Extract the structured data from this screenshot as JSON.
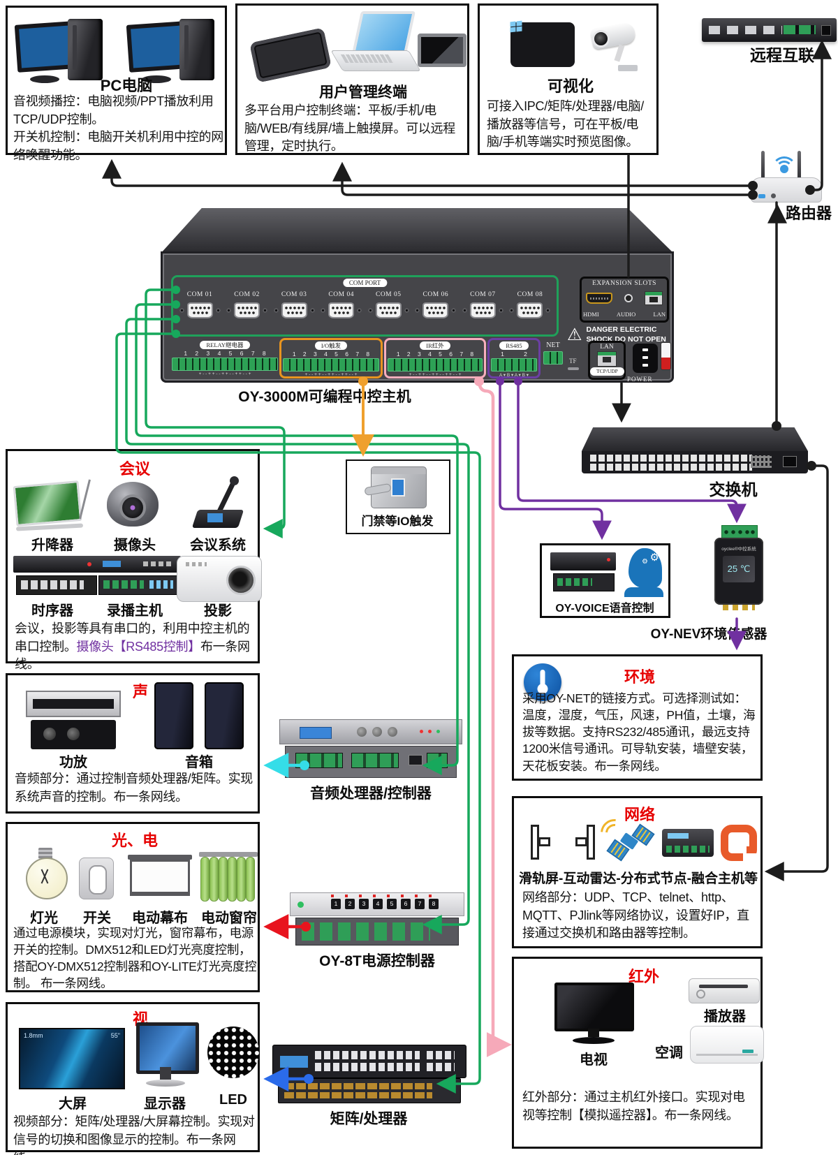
{
  "top": {
    "pc": {
      "title": "PC电脑",
      "p1": "音视频播控：电脑视频/PPT播放利用TCP/UDP控制。",
      "p2": "开关机控制：电脑开关机利用中控的网络唤醒功能。"
    },
    "terminal": {
      "title": "用户管理终端",
      "desc": "多平台用户控制终端：平板/手机/电脑/WEB/有线屏/墙上触摸屏。可以远程管理，定时执行。"
    },
    "visual": {
      "title": "可视化",
      "desc": "可接入IPC/矩阵/处理器/电脑/播放器等信号，可在平板/电脑/手机等端实时预览图像。"
    },
    "remote_label": "远程互联",
    "router_label": "路由器"
  },
  "host": {
    "caption": "OY-3000M可编程中控主机",
    "com_section_label": "COM PORT",
    "com_ports": [
      "COM 01",
      "COM 02",
      "COM 03",
      "COM 04",
      "COM 05",
      "COM 06",
      "COM 07",
      "COM 08"
    ],
    "relay_label": "RELAY继电器",
    "io_label": "I/O触发",
    "ir_label": "IR红外",
    "rs485_label": "RS485",
    "net_label": "NET",
    "strip_numbers": "1 2 3 4 5 6 7 8",
    "rs485_numbers": "1 2",
    "polarity": "+ - - + + - - + + - - + + - - +",
    "rs485_pins": "A ▾ B ▾ A ▾ B ▾",
    "expansion_label": "EXPANSION SLOTS",
    "hdmi_label": "HDMI",
    "audio_label": "AUDIO",
    "lan_label": "LAN",
    "danger1": "DANGER ELECTRIC",
    "danger2": "SHOCK DO NOT OPEN",
    "tf_label": "TF",
    "lan2_label": "LAN",
    "tcpudp_label": "TCP/UDP",
    "power_label": "POWER"
  },
  "meeting": {
    "title": "会议",
    "items": [
      "升降器",
      "摄像头",
      "会议系统",
      "时序器",
      "录播主机",
      "投影"
    ],
    "desc1": "会议，投影等具有串口的，利用中控主机的串口控制。",
    "desc_purple": "摄像头【RS485控制】",
    "desc2": "布一条网线。"
  },
  "sound": {
    "title": "声",
    "item1": "功放",
    "item2": "音箱",
    "desc": "音频部分：通过控制音频处理器/矩阵。实现系统声音的控制。布一条网线。"
  },
  "lightpower": {
    "title": "光、电",
    "items": [
      "灯光",
      "开关",
      "电动幕布",
      "电动窗帘"
    ],
    "desc": "通过电源模块，实现对灯光，窗帘幕布，电源开关的控制。DMX512和LED灯光亮度控制，搭配OY-DMX512控制器和OY-LITE灯光亮度控制。 布一条网线。"
  },
  "video": {
    "title": "视",
    "items": [
      "大屏",
      "显示器",
      "LED"
    ],
    "badge_left": "1.8mm",
    "badge_right": "55\"",
    "desc": "视频部分：矩阵/处理器/大屏幕控制。实现对信号的切换和图像显示的控制。布一条网线。"
  },
  "middle": {
    "door_label": "门禁等IO触发",
    "audio_label": "音频处理器/控制器",
    "power_label": "OY-8T电源控制器",
    "power_buttons": [
      "1",
      "2",
      "3",
      "4",
      "5",
      "6",
      "7",
      "8"
    ],
    "matrix_label": "矩阵/处理器"
  },
  "right": {
    "switch_label": "交换机",
    "voice_label": "OY-VOICE语音控制",
    "sensor_label": "OY-NEV环境传感器",
    "sensor_brand": "oyclee®中控系统",
    "sensor_temp": "25 ℃",
    "env": {
      "title": "环境",
      "desc": "采用OY-NET的链接方式。可选择测试如：温度，湿度，气压，风速，PH值，土壤，海拔等数据。支持RS232/485通讯，最远支持1200米信号通讯。可导轨安装，墙壁安装，天花板安装。布一条网线。"
    },
    "network": {
      "title": "网络",
      "caption": "滑轨屏-互动雷达-分布式节点-融合主机等",
      "desc": "网络部分：UDP、TCP、telnet、http、MQTT、PJlink等网络协议，设置好IP，直接通过交换机和路由器等控制。"
    },
    "infrared": {
      "title": "红外",
      "tv": "电视",
      "player": "播放器",
      "ac": "空调",
      "desc": "红外部分：通过主机红外接口。实现对电视等控制【模拟遥控器】。布一条网线。"
    }
  }
}
